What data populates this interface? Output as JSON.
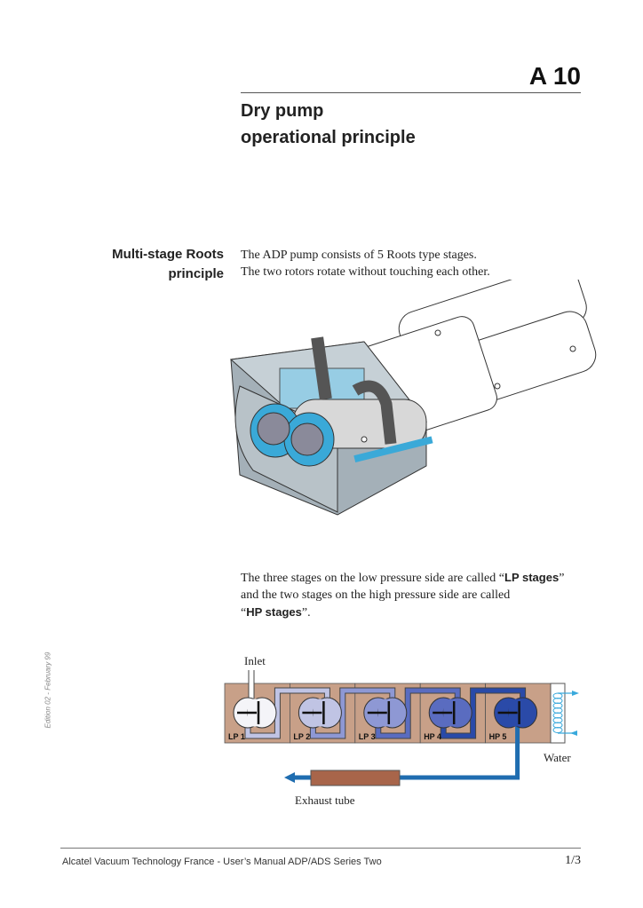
{
  "header": {
    "code": "A 10",
    "title_line1": "Dry pump",
    "title_line2": "operational principle"
  },
  "section": {
    "title_line1": "Multi-stage Roots",
    "title_line2": "principle",
    "para1_line1": "The ADP pump consists of 5 Roots type stages.",
    "para1_line2": "The two rotors rotate without touching each other.",
    "para2_line1_pre": "The three stages on the low pressure side are called “",
    "para2_line1_bold": "LP stages",
    "para2_line1_post": "”",
    "para2_line2": "and the two stages on the high pressure side are called",
    "para2_line3_pre": "“",
    "para2_line3_bold": "HP stages",
    "para2_line3_post": "”."
  },
  "diagram": {
    "inlet": "Inlet",
    "water": "Water",
    "exhaust": "Exhaust tube",
    "stages": [
      "LP 1",
      "LP 2",
      "LP 3",
      "HP 4",
      "HP 5"
    ],
    "colors": {
      "block": "#c8a088",
      "gas": [
        "#f4f4f8",
        "#c0c4e4",
        "#8e98d4",
        "#5a6cc0",
        "#2a4aa8"
      ],
      "pipe": "#1f6db0",
      "water": "#39a9dc",
      "tube": "#a8654a"
    }
  },
  "side": {
    "edition": "Edition 02 - February 99"
  },
  "footer": {
    "text": "Alcatel Vacuum Technology France - User’s Manual ADP/ADS Series Two",
    "page": "1/3"
  }
}
